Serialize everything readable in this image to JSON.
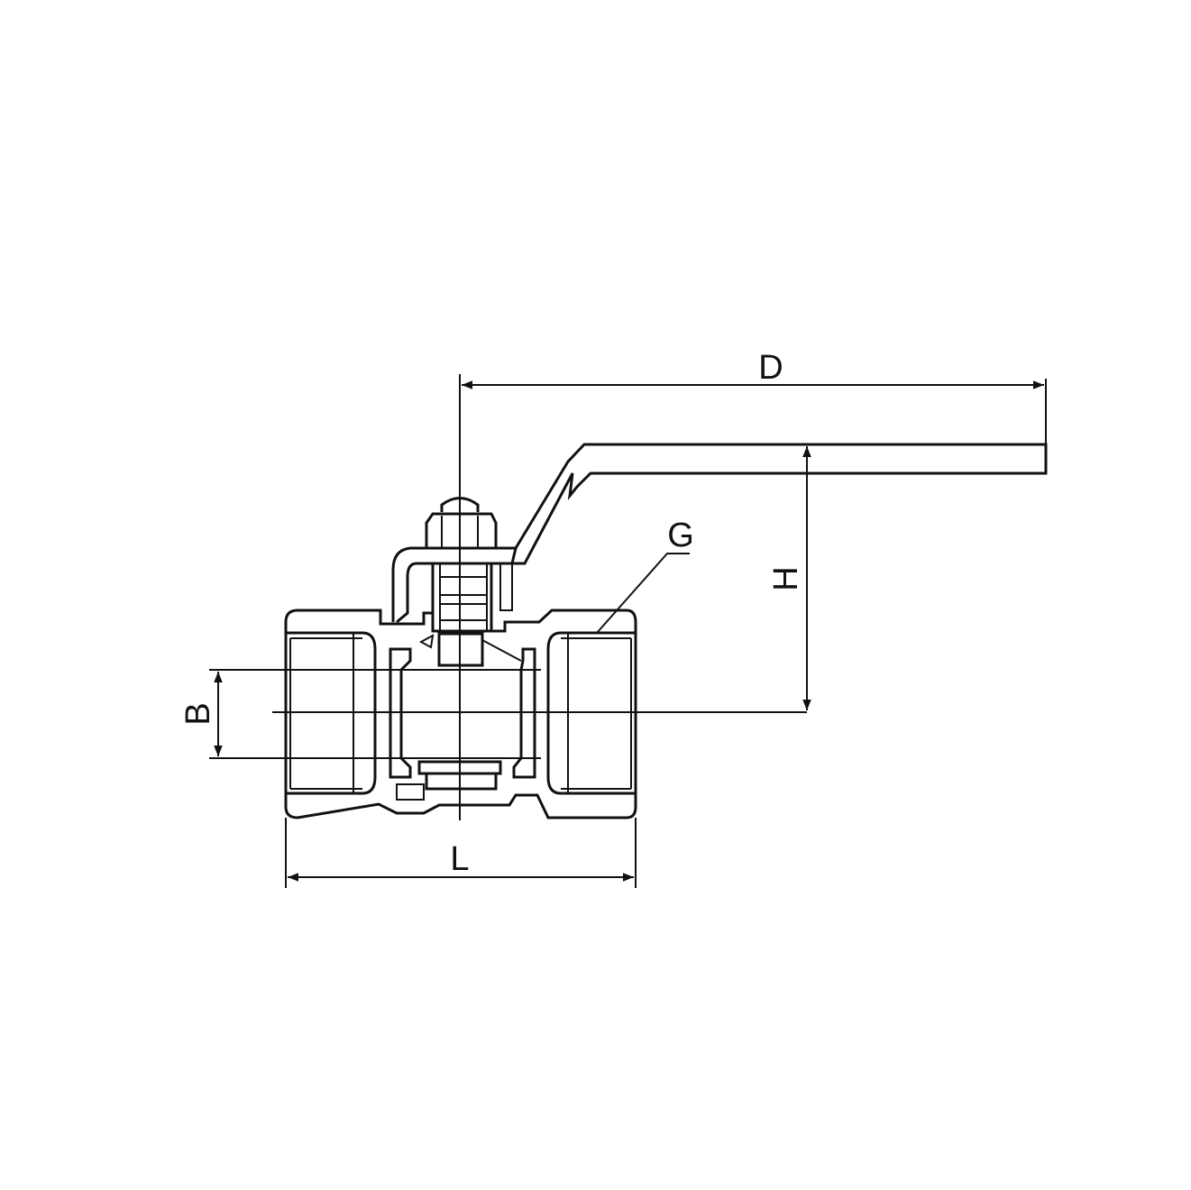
{
  "diagram": {
    "subject": "ball-valve",
    "colors": {
      "line": "#111111",
      "background": "#ffffff"
    },
    "dimensions": {
      "D": "D",
      "H": "H",
      "L": "L",
      "B": "B",
      "G": "G"
    }
  }
}
